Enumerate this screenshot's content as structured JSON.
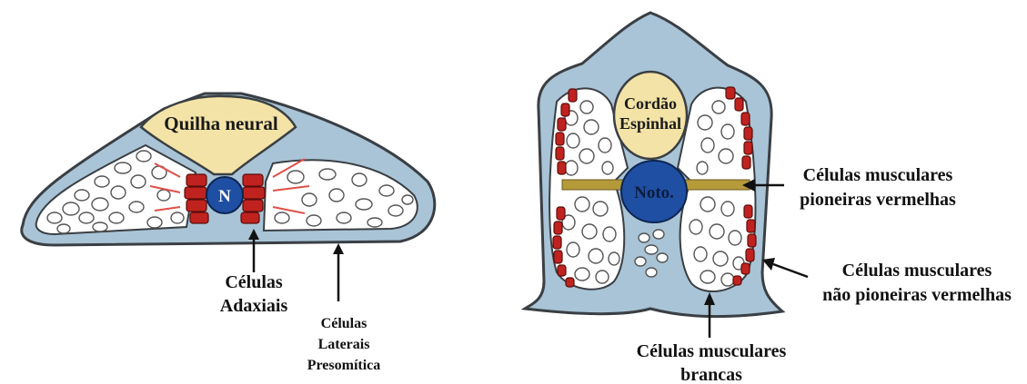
{
  "left_diagram": {
    "keel_label": "Quilha neural",
    "notochord_label": "N",
    "adaxial_label": [
      "Células",
      "Adaxiais"
    ],
    "lateral_label": [
      "Células",
      "Laterais",
      "Presomítica"
    ]
  },
  "right_diagram": {
    "cord_label": [
      "Cordão",
      "Espinhal"
    ],
    "notochord_label": "Noto.",
    "pioneer_label": [
      "Células musculares",
      "pioneiras vermelhas"
    ],
    "nonpioneer_label": [
      "Células musculares",
      "não pioneiras vermelhas"
    ],
    "white_label": [
      "Células musculares",
      "brancas"
    ]
  },
  "colors": {
    "tissue_blue": "#a9c4d6",
    "outline": "#3a3f44",
    "neural_yellow": "#f3e3a6",
    "notochord_blue": "#1f4fa3",
    "muscle_red": "#c0231f",
    "pioneer_band": "#b59a3a"
  }
}
